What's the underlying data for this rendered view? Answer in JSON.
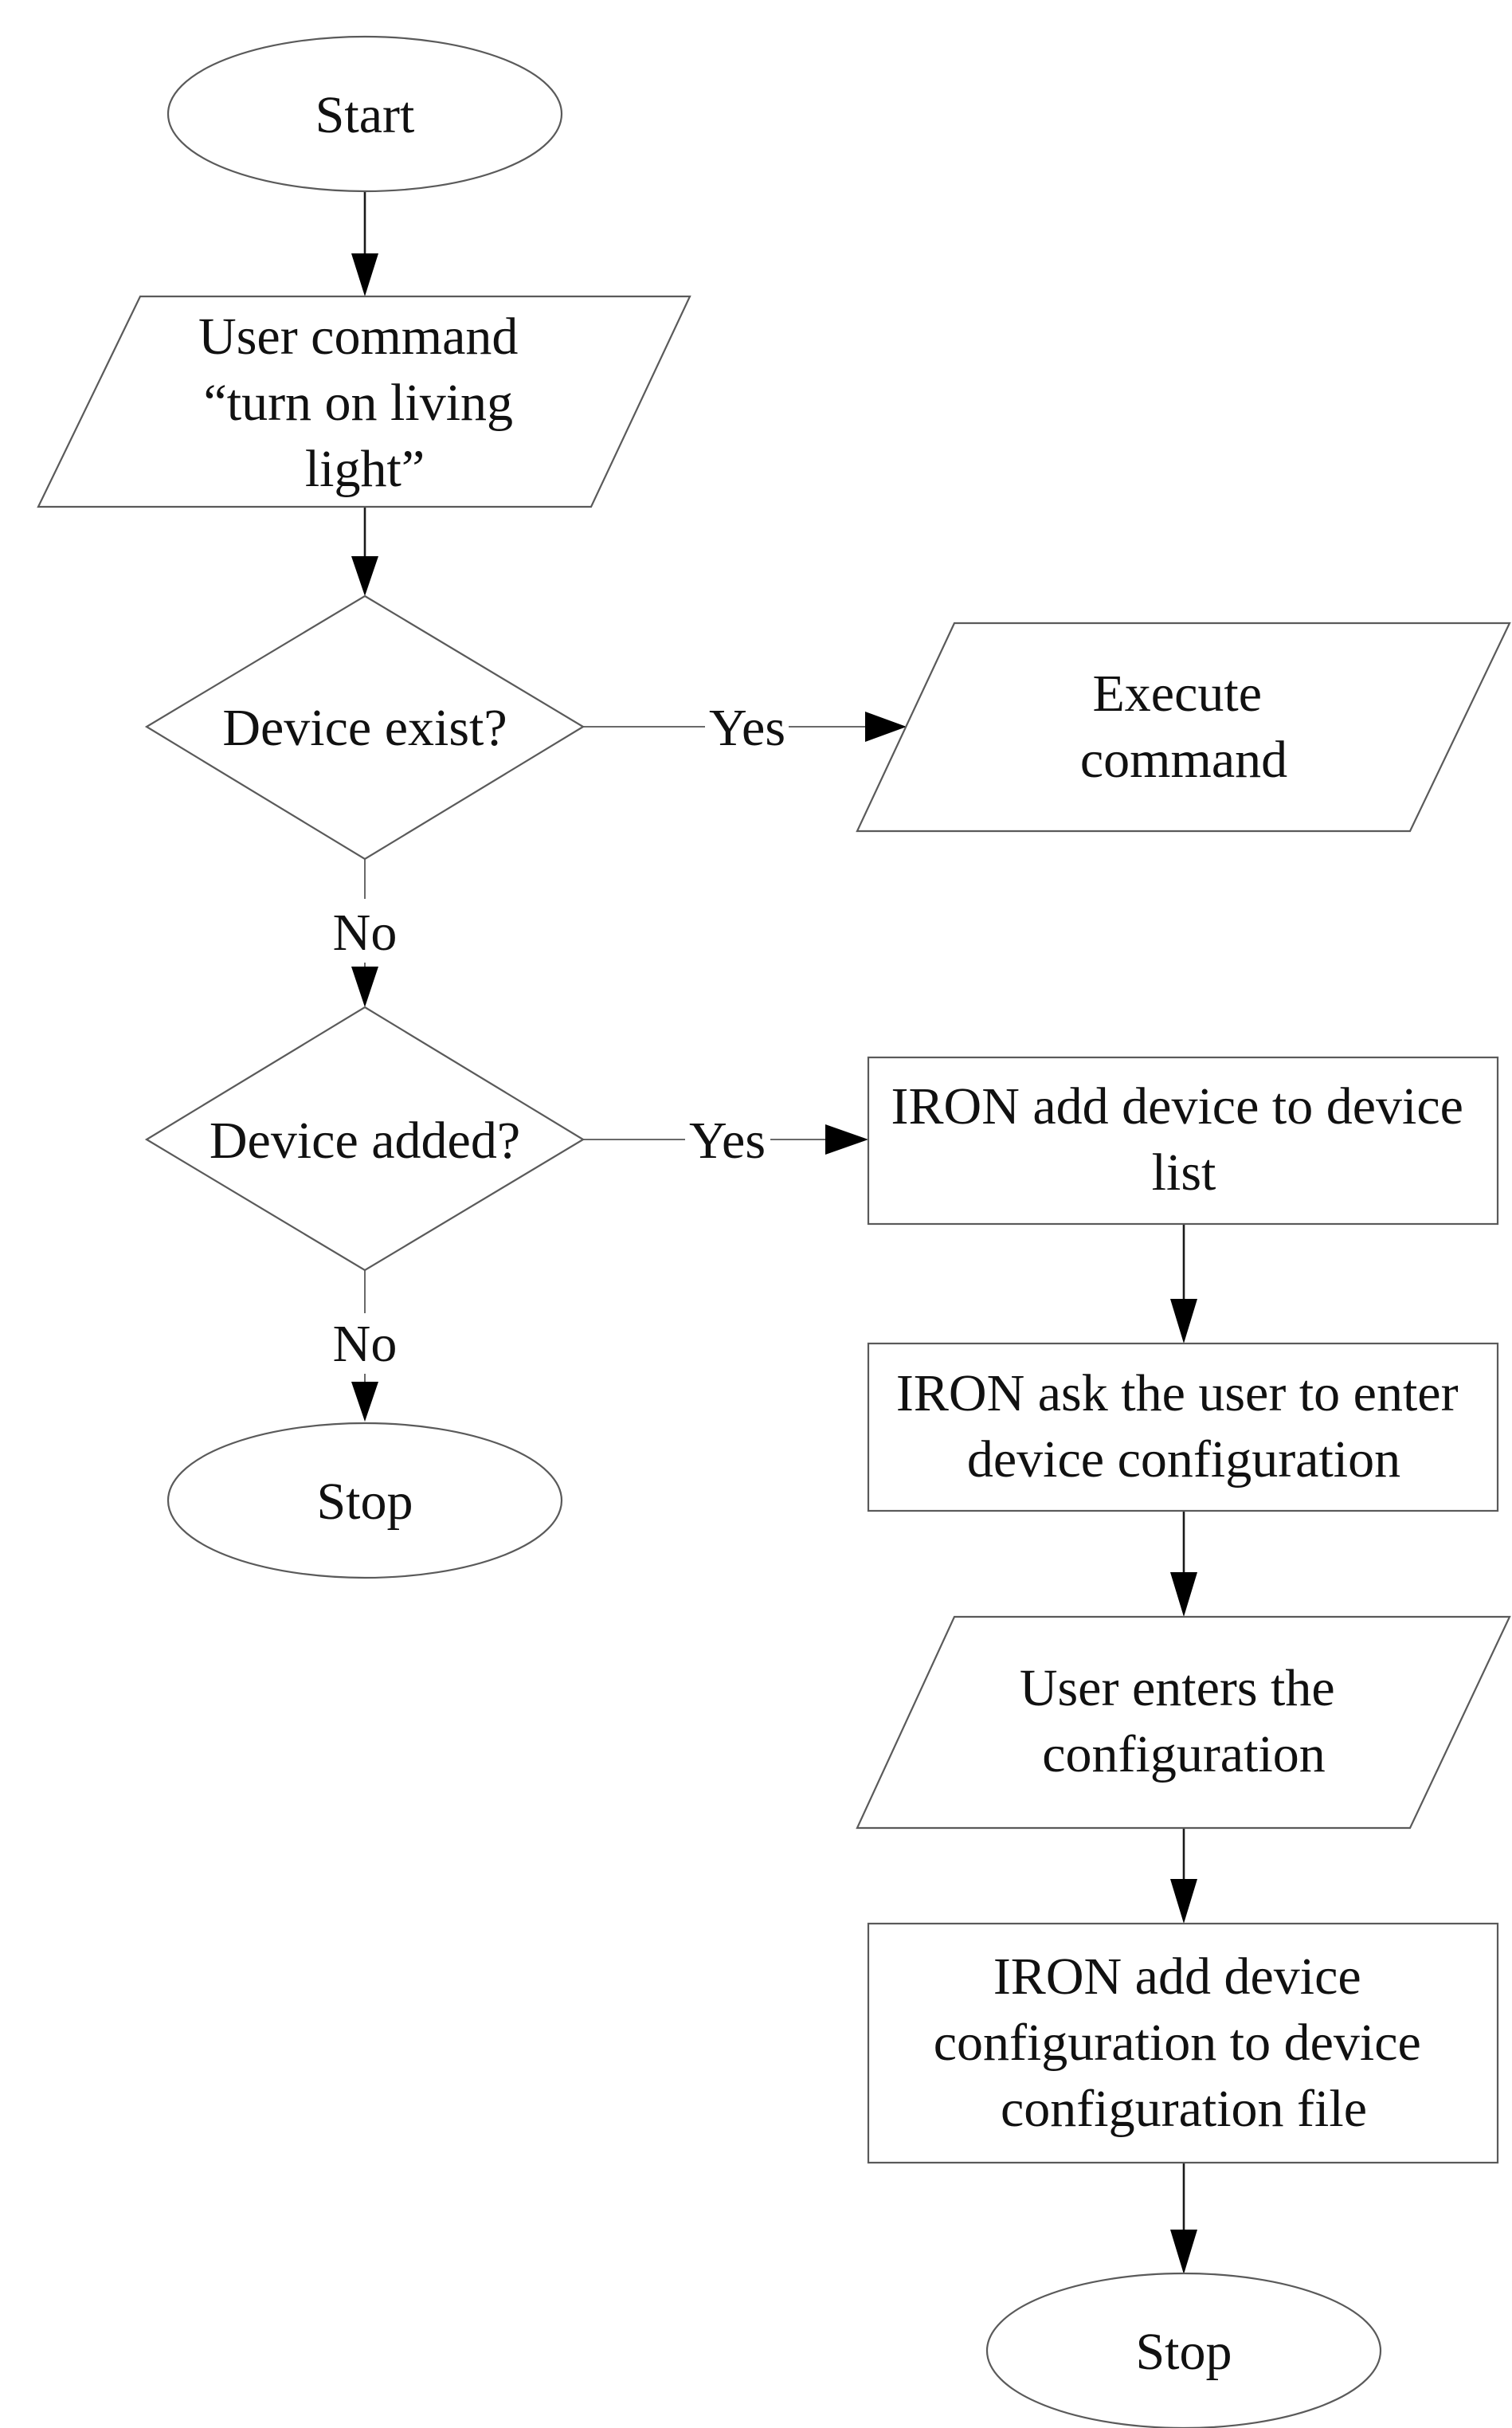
{
  "nodes": {
    "start": {
      "lines": [
        "Start"
      ]
    },
    "user_command": {
      "lines": [
        "User command",
        "“turn on living",
        "light”"
      ]
    },
    "device_exist": {
      "lines": [
        "Device exist?"
      ]
    },
    "execute_command": {
      "lines": [
        "Execute",
        "command"
      ]
    },
    "device_added": {
      "lines": [
        "Device added?"
      ]
    },
    "stop_left": {
      "lines": [
        "Stop"
      ]
    },
    "add_to_list": {
      "lines": [
        "IRON add device to device",
        "list"
      ]
    },
    "ask_config": {
      "lines": [
        "IRON ask the user to enter",
        "device configuration"
      ]
    },
    "user_enters": {
      "lines": [
        "User enters the",
        "configuration"
      ]
    },
    "add_config_file": {
      "lines": [
        "IRON add device",
        "configuration to device",
        "configuration file"
      ]
    },
    "stop_right": {
      "lines": [
        "Stop"
      ]
    }
  },
  "edge_labels": {
    "exist_yes": "Yes",
    "exist_no": "No",
    "added_yes": "Yes",
    "added_no": "No"
  }
}
